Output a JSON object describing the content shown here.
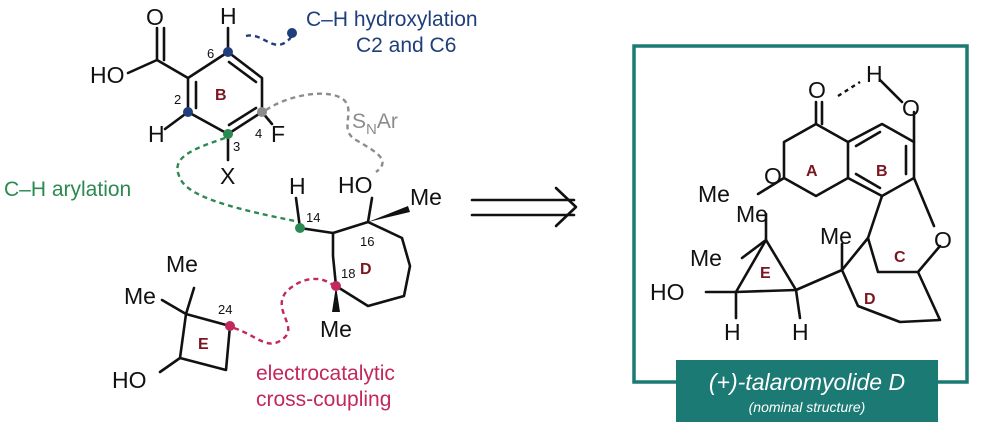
{
  "colors": {
    "ink": "#111111",
    "blue": "#1f3f7a",
    "green": "#2a8a50",
    "gray": "#8c8c8c",
    "crimson": "#c2285a",
    "ring_label": "#7a1620",
    "teal": "#1c7a74"
  },
  "annotations": {
    "hydroxylation_line1": "C–H hydroxylation",
    "hydroxylation_line2": "C2 and C6",
    "snar": "S",
    "snar_sub": "N",
    "snar_end": "Ar",
    "arylation": "C–H arylation",
    "coupling_line1": "electrocatalytic",
    "coupling_line2": "cross-coupling"
  },
  "fragments": {
    "arene": {
      "ring": "B",
      "atoms": {
        "carbonyl_o": "O",
        "acid": "HO",
        "h6": "H",
        "h2": "H",
        "f": "F",
        "x": "X"
      },
      "locants": [
        "6",
        "2",
        "3",
        "4"
      ]
    },
    "cyclohexane": {
      "ring": "D",
      "atoms": {
        "oh": "HO",
        "me_top": "Me",
        "me_bottom": "Me",
        "h14": "H"
      },
      "locants": [
        "14",
        "16",
        "18"
      ]
    },
    "cyclobutane": {
      "ring": "E",
      "atoms": {
        "me1": "Me",
        "me2": "Me",
        "oh": "HO"
      },
      "locants": [
        "24"
      ]
    }
  },
  "product": {
    "rings": [
      "A",
      "B",
      "C",
      "D",
      "E"
    ],
    "atoms": {
      "o_carbonyl": "O",
      "h_bond": "H",
      "o_phenol": "O",
      "o_lactone": "O",
      "me_lactone": "Me",
      "o_ether": "O",
      "me_quat": "Me",
      "me_cp1": "Me",
      "me_cp2": "Me",
      "oh": "HO",
      "h_left": "H",
      "h_right": "H"
    },
    "name": "(+)-talaromyolide D",
    "subtitle": "(nominal structure)"
  }
}
